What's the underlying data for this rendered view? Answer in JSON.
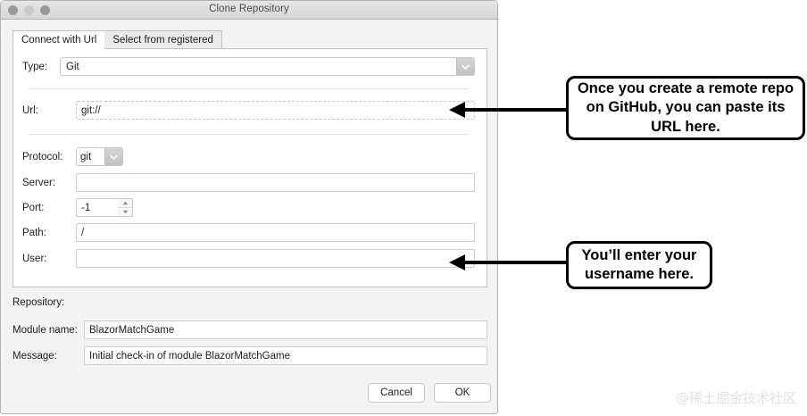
{
  "window": {
    "title": "Clone Repository",
    "traffic_lights": [
      "close-button",
      "minimize-button",
      "zoom-button"
    ]
  },
  "tabs": [
    {
      "label": "Connect with Url",
      "active": true
    },
    {
      "label": "Select from registered",
      "active": false
    }
  ],
  "form": {
    "type": {
      "label": "Type:",
      "value": "Git"
    },
    "url": {
      "label": "Url:",
      "value": "git://"
    },
    "protocol": {
      "label": "Protocol:",
      "value": "git"
    },
    "server": {
      "label": "Server:",
      "value": ""
    },
    "port": {
      "label": "Port:",
      "value": "-1"
    },
    "path": {
      "label": "Path:",
      "value": "/"
    },
    "user": {
      "label": "User:",
      "value": ""
    }
  },
  "repository": {
    "section_label": "Repository:",
    "module_name": {
      "label": "Module name:",
      "value": "BlazorMatchGame"
    },
    "message": {
      "label": "Message:",
      "value": "Initial check-in of module BlazorMatchGame"
    }
  },
  "footer": {
    "cancel_label": "Cancel",
    "ok_label": "OK"
  },
  "callouts": [
    {
      "text": "Once you create a remote repo on GitHub, you can paste its URL here.",
      "target": "url-field"
    },
    {
      "text": "You’ll enter your username here.",
      "target": "user-field"
    }
  ],
  "watermark": "@稀土掘金技术社区",
  "colors": {
    "window_bg": "#f3f3f3",
    "panel_bg": "#ffffff",
    "border": "#c2c2c2",
    "text": "#1d1d1d",
    "callout_border": "#000000",
    "watermark": "#e2e2e2"
  }
}
